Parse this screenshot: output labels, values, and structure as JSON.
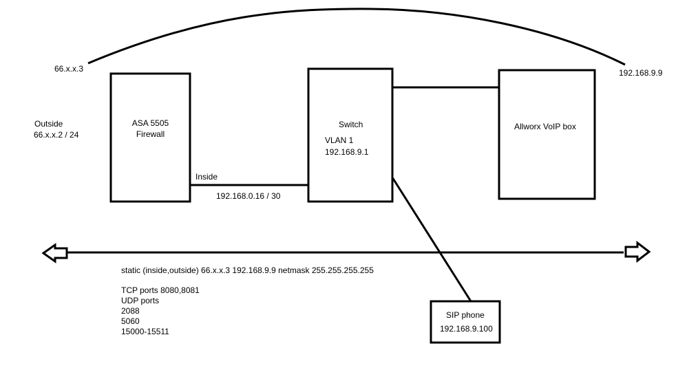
{
  "labels": {
    "left_public_ip": "66.x.x.3",
    "right_private_ip": "192.168.9.9",
    "outside_title": "Outside",
    "outside_ip": "66.x.x.2 / 24",
    "inside_title": "Inside",
    "inside_link_ip": "192.168.0.16 / 30"
  },
  "nodes": {
    "firewall": {
      "line1": "ASA 5505",
      "line2": "Firewall"
    },
    "switch": {
      "title": "Switch",
      "vlan": "VLAN 1",
      "ip": "192.168.9.1"
    },
    "voip_box": {
      "title": "Allworx VoIP box"
    },
    "sip_phone": {
      "title": "SIP phone",
      "ip": "192.168.9.100"
    }
  },
  "notes": {
    "static_cmd": "static (inside,outside) 66.x.x.3 192.168.9.9 netmask 255.255.255.255",
    "tcp_ports": "TCP ports 8080,8081",
    "udp_ports": "UDP ports",
    "udp_port_1": "2088",
    "udp_port_2": "5060",
    "udp_port_3": "15000-15511"
  },
  "colors": {
    "stroke": "#000000",
    "background": "#ffffff"
  }
}
